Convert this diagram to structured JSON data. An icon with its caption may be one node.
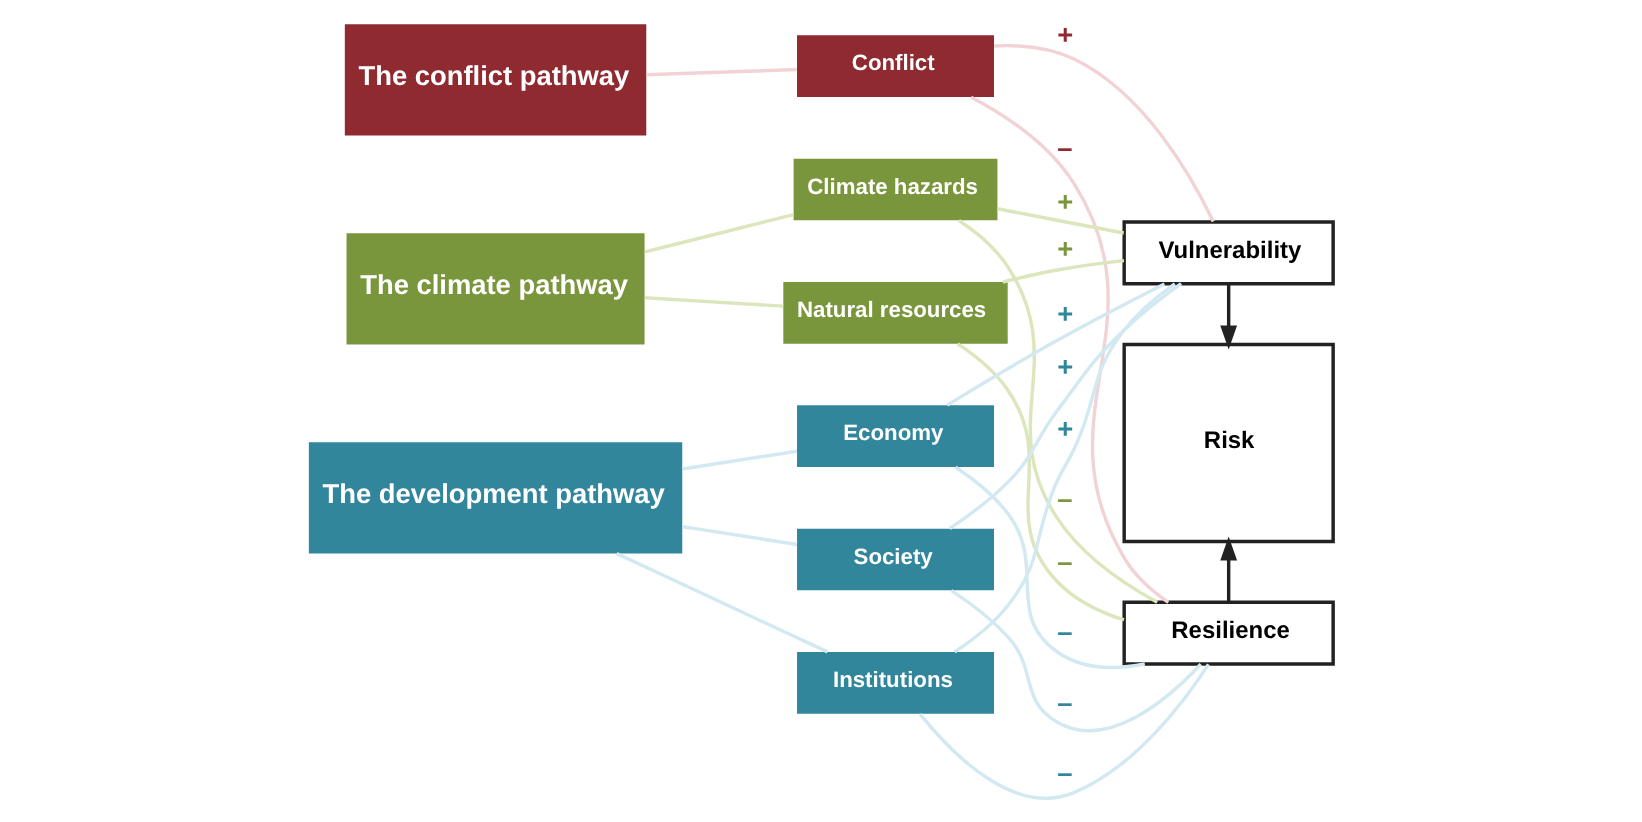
{
  "diagram": {
    "nodes": [
      {
        "text": [
          "The conflict pathway"
        ]
      },
      {
        "text": [
          "The climate pathway"
        ]
      },
      {
        "text": [
          "The development pathway"
        ]
      },
      {
        "text": [
          "Conflict"
        ]
      },
      {
        "text": [
          "Climate hazards"
        ]
      },
      {
        "text": [
          "Natural resources"
        ]
      },
      {
        "text": [
          "Economy"
        ]
      },
      {
        "text": [
          "Society"
        ]
      },
      {
        "text": [
          "Institutions"
        ]
      },
      {
        "text": [
          "Vulnerability"
        ]
      },
      {
        "text": [
          "Risk"
        ]
      },
      {
        "text": [
          "Resilience"
        ]
      }
    ],
    "edges": [
      {
        "from": 0,
        "to": 3,
        "arrow": "none",
        "color": "#f2d3d5"
      },
      {
        "from": 1,
        "to": 4,
        "arrow": "none",
        "color": "#dbe6bd"
      },
      {
        "from": 1,
        "to": 5,
        "arrow": "none",
        "color": "#dbe6bd"
      },
      {
        "from": 2,
        "to": 6,
        "arrow": "none",
        "color": "#d3e9f1"
      },
      {
        "from": 2,
        "to": 7,
        "arrow": "none",
        "color": "#d3e9f1"
      },
      {
        "from": 2,
        "to": 8,
        "arrow": "none",
        "color": "#d3e9f1"
      },
      {
        "from": 3,
        "to": 9,
        "arrow": "none",
        "label": "+",
        "color": "#f2d3d5"
      },
      {
        "from": 4,
        "to": 9,
        "arrow": "none",
        "label": "+",
        "color": "#dbe6bd"
      },
      {
        "from": 5,
        "to": 9,
        "arrow": "none",
        "label": "+",
        "color": "#dbe6bd"
      },
      {
        "from": 6,
        "to": 9,
        "arrow": "none",
        "label": "+",
        "color": "#d3e9f1"
      },
      {
        "from": 7,
        "to": 9,
        "arrow": "none",
        "label": "+",
        "color": "#d3e9f1"
      },
      {
        "from": 8,
        "to": 9,
        "arrow": "none",
        "label": "+",
        "color": "#d3e9f1"
      },
      {
        "from": 3,
        "to": 11,
        "arrow": "none",
        "label": "–",
        "color": "#f2d3d5"
      },
      {
        "from": 4,
        "to": 11,
        "arrow": "none",
        "label": "–",
        "color": "#dbe6bd"
      },
      {
        "from": 5,
        "to": 11,
        "arrow": "none",
        "label": "–",
        "color": "#dbe6bd"
      },
      {
        "from": 6,
        "to": 11,
        "arrow": "none",
        "label": "–",
        "color": "#d3e9f1"
      },
      {
        "from": 7,
        "to": 11,
        "arrow": "none",
        "label": "–",
        "color": "#d3e9f1"
      },
      {
        "from": 8,
        "to": 11,
        "arrow": "none",
        "label": "–",
        "color": "#d3e9f1"
      },
      {
        "from": 9,
        "to": 10,
        "arrow": "to",
        "color": "#222222"
      },
      {
        "from": 11,
        "to": 10,
        "arrow": "to",
        "color": "#222222"
      }
    ]
  }
}
